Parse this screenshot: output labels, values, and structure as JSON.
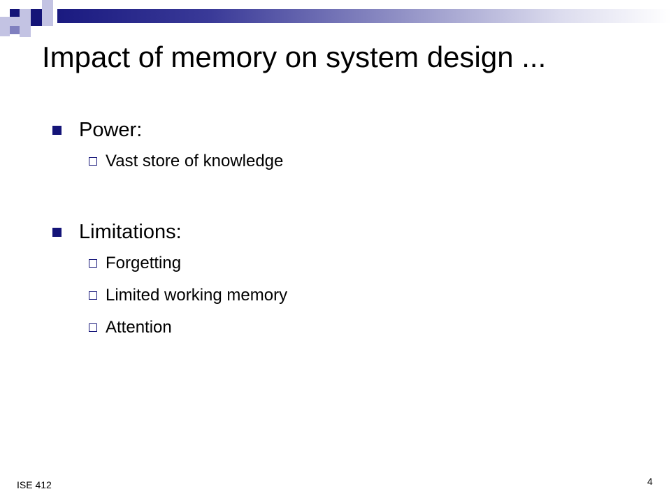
{
  "slide": {
    "title": "Impact of memory on system design ...",
    "sections": [
      {
        "heading": "Power:",
        "items": [
          "Vast store of knowledge"
        ]
      },
      {
        "heading": "Limitations:",
        "items": [
          "Forgetting",
          "Limited working memory",
          "Attention"
        ]
      }
    ],
    "footer_left": "ISE 412",
    "page_number": "4"
  },
  "colors": {
    "accent_navy": "#141478",
    "accent_lavender": "#c3c3e3"
  }
}
